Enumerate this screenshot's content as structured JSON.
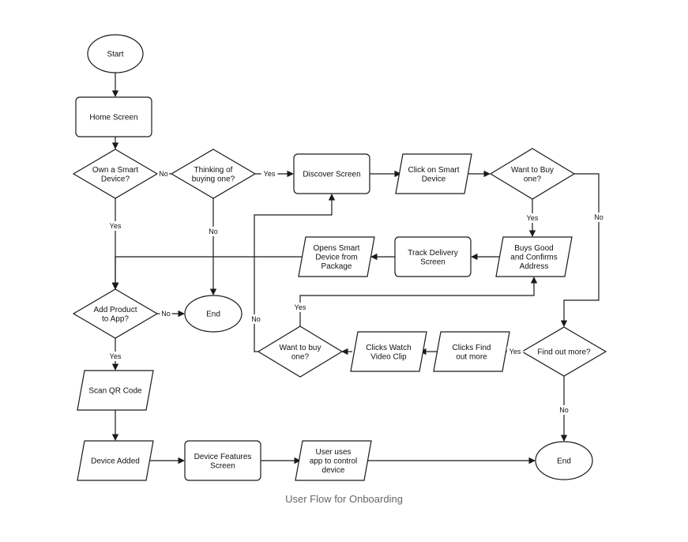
{
  "caption": "User Flow for Onboarding",
  "nodes": [
    {
      "id": "start",
      "shape": "ellipse",
      "lines": [
        "Start"
      ]
    },
    {
      "id": "home",
      "shape": "rect",
      "lines": [
        "Home Screen"
      ]
    },
    {
      "id": "own",
      "shape": "diamond",
      "lines": [
        "Own a Smart",
        "Device?"
      ]
    },
    {
      "id": "thinking",
      "shape": "diamond",
      "lines": [
        "Thinking of",
        "buying one?"
      ]
    },
    {
      "id": "discover",
      "shape": "rect",
      "lines": [
        "Discover Screen"
      ]
    },
    {
      "id": "click",
      "shape": "parallelogram",
      "lines": [
        "Click on Smart",
        "Device"
      ]
    },
    {
      "id": "wantbuy1",
      "shape": "diamond",
      "lines": [
        "Want to Buy",
        "one?"
      ]
    },
    {
      "id": "buys",
      "shape": "parallelogram",
      "lines": [
        "Buys Good",
        "and Confirms",
        "Address"
      ]
    },
    {
      "id": "track",
      "shape": "rect",
      "lines": [
        "Track Delivery",
        "Screen"
      ]
    },
    {
      "id": "opens",
      "shape": "parallelogram",
      "lines": [
        "Opens Smart",
        "Device from",
        "Package"
      ]
    },
    {
      "id": "addproduct",
      "shape": "diamond",
      "lines": [
        "Add Product",
        "to App?"
      ]
    },
    {
      "id": "end1",
      "shape": "ellipse",
      "lines": [
        "End"
      ]
    },
    {
      "id": "scan",
      "shape": "parallelogram",
      "lines": [
        "Scan QR Code"
      ]
    },
    {
      "id": "added",
      "shape": "parallelogram",
      "lines": [
        "Device Added"
      ]
    },
    {
      "id": "features",
      "shape": "rect",
      "lines": [
        "Device Features",
        "Screen"
      ]
    },
    {
      "id": "useruses",
      "shape": "parallelogram",
      "lines": [
        "User uses",
        "app to control",
        "device"
      ]
    },
    {
      "id": "end2",
      "shape": "ellipse",
      "lines": [
        "End"
      ]
    },
    {
      "id": "findout",
      "shape": "diamond",
      "lines": [
        "Find out more?"
      ]
    },
    {
      "id": "clicksfind",
      "shape": "parallelogram",
      "lines": [
        "Clicks Find",
        "out more"
      ]
    },
    {
      "id": "clickswatch",
      "shape": "parallelogram",
      "lines": [
        "Clicks Watch",
        "Video Clip"
      ]
    },
    {
      "id": "wantbuy2",
      "shape": "diamond",
      "lines": [
        "Want to buy",
        "one?"
      ]
    }
  ],
  "edges": [
    {
      "id": "start-home",
      "label": ""
    },
    {
      "id": "home-own",
      "label": ""
    },
    {
      "id": "own-thinking",
      "label": "No"
    },
    {
      "id": "own-addproduct",
      "label": "Yes"
    },
    {
      "id": "thinking-discover",
      "label": "Yes"
    },
    {
      "id": "thinking-end1",
      "label": "No"
    },
    {
      "id": "discover-click",
      "label": ""
    },
    {
      "id": "click-wantbuy1",
      "label": ""
    },
    {
      "id": "wantbuy1-buys",
      "label": "Yes"
    },
    {
      "id": "wantbuy1-findout",
      "label": "No"
    },
    {
      "id": "buys-track",
      "label": ""
    },
    {
      "id": "track-opens",
      "label": ""
    },
    {
      "id": "opens-addproduct",
      "label": ""
    },
    {
      "id": "addproduct-end1",
      "label": "No"
    },
    {
      "id": "addproduct-scan",
      "label": "Yes"
    },
    {
      "id": "scan-added",
      "label": ""
    },
    {
      "id": "added-features",
      "label": ""
    },
    {
      "id": "features-useruses",
      "label": ""
    },
    {
      "id": "useruses-end2",
      "label": ""
    },
    {
      "id": "findout-clicksfind",
      "label": "Yes"
    },
    {
      "id": "findout-end2",
      "label": "No"
    },
    {
      "id": "clicksfind-clickswatch",
      "label": ""
    },
    {
      "id": "clickswatch-wantbuy2",
      "label": ""
    },
    {
      "id": "wantbuy2-buys",
      "label": "Yes"
    },
    {
      "id": "wantbuy2-discover",
      "label": "No"
    }
  ]
}
